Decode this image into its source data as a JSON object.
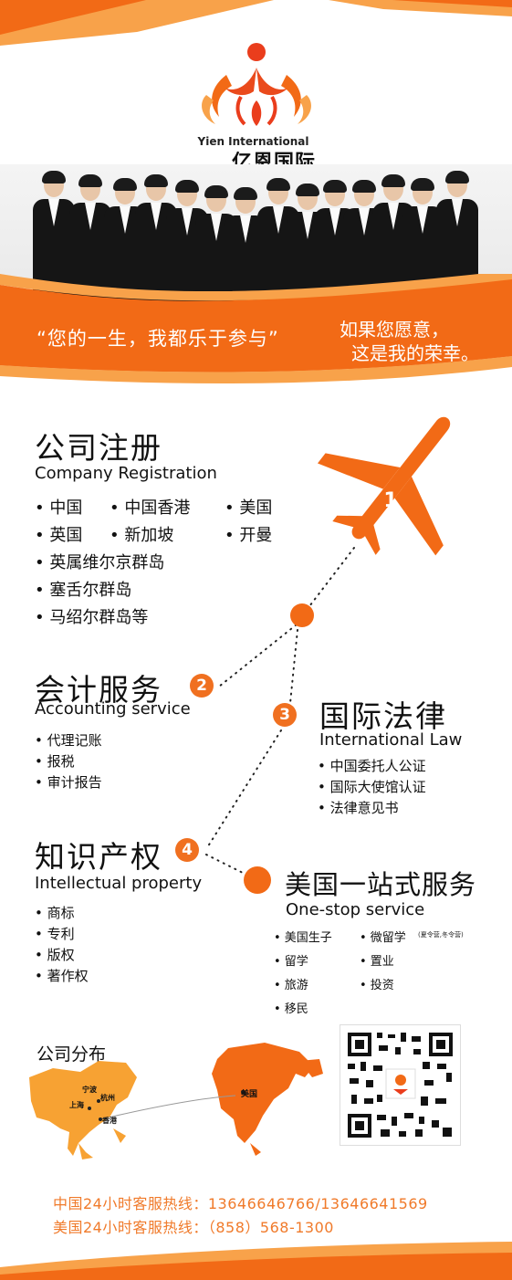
{
  "header": {
    "brand_en": "Yien International",
    "brand_cn": "亿恩国际",
    "slogan_left": "“您的一生，我都乐于参与”",
    "slogan_right_line1": "如果您愿意，",
    "slogan_right_line2": "这是我的荣幸。"
  },
  "sections": {
    "company": {
      "title_cn": "公司注册",
      "title_en": "Company Registration",
      "items": [
        "• 中国",
        "• 中国香港",
        "• 美国",
        "• 英国",
        "• 新加坡",
        "• 开曼",
        "• 英属维尔京群岛",
        "• 塞舌尔群岛",
        "• 马绍尔群岛等"
      ],
      "badge": "1"
    },
    "accounting": {
      "title_cn": "会计服务",
      "title_en": "Accounting service",
      "items": [
        "• 代理记账",
        "• 报税",
        "• 审计报告"
      ],
      "badge": "2"
    },
    "law": {
      "title_cn": "国际法律",
      "title_en": "International Law",
      "items": [
        "• 中国委托人公证",
        "• 国际大使馆认证",
        "• 法律意见书"
      ],
      "badge": "3"
    },
    "ip": {
      "title_cn": "知识产权",
      "title_en": "Intellectual property",
      "items": [
        "• 商标",
        "• 专利",
        "• 版权",
        "• 著作权"
      ],
      "badge": "4"
    },
    "onestop": {
      "title_cn": "美国一站式服务",
      "title_en": "One-stop service",
      "col1": [
        "• 美国生子",
        "• 留学",
        "• 旅游",
        "• 移民"
      ],
      "col2": [
        "• 微留学",
        "• 置业",
        "• 投资"
      ],
      "note": "(夏令营,冬令营)"
    }
  },
  "distribution": {
    "title": "公司分布",
    "labels": [
      "宁波",
      "杭州",
      "上海",
      "香港",
      "美国"
    ]
  },
  "contact": {
    "china_hotline": "中国24小时客服热线：13646646766/13646641569",
    "us_hotline": "美国24小时客服热线：（858）568-1300"
  },
  "colors": {
    "accent": "#f26a16",
    "accent_light": "#f8a24a",
    "text": "#111111"
  }
}
